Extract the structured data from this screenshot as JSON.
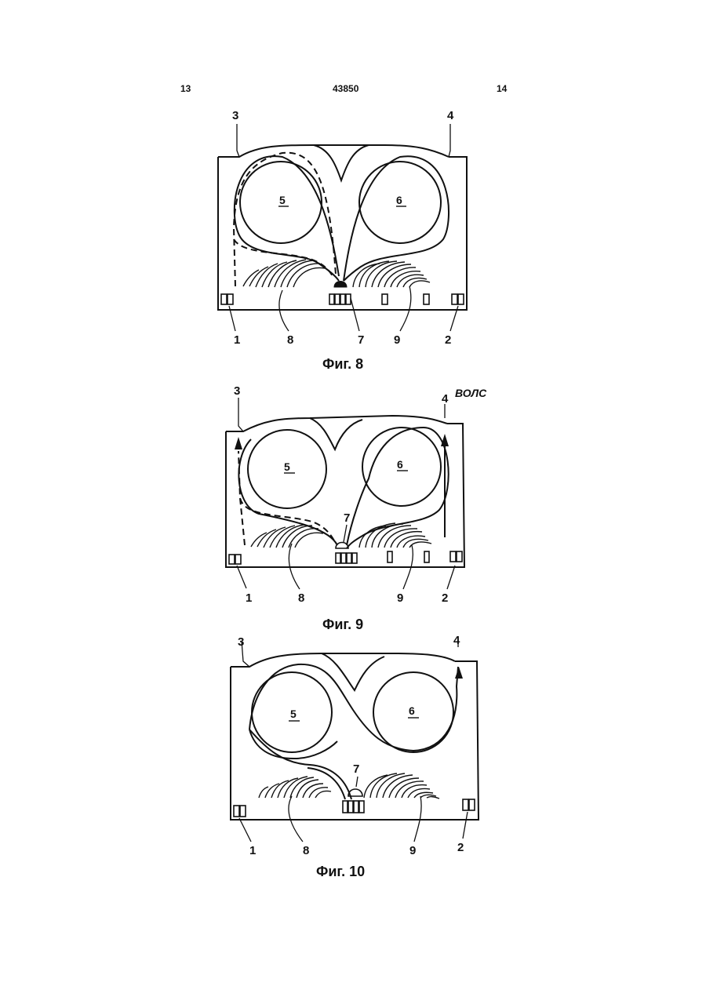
{
  "header": {
    "page_left": "13",
    "patent_number": "43850",
    "page_right": "14"
  },
  "figures": [
    {
      "caption": "Фиг. 8",
      "labels": {
        "l1": "1",
        "l2": "2",
        "l3": "3",
        "l4": "4",
        "l5": "5",
        "l6": "6",
        "l7": "7",
        "l8": "8",
        "l9": "9"
      }
    },
    {
      "caption": "Фиг. 9",
      "extra_label": "ВОЛС",
      "labels": {
        "l1": "1",
        "l2": "2",
        "l3": "3",
        "l4": "4",
        "l5": "5",
        "l6": "6",
        "l7": "7",
        "l8": "8",
        "l9": "9"
      }
    },
    {
      "caption": "Фиг. 10",
      "labels": {
        "l1": "1",
        "l2": "2",
        "l3": "3",
        "l4": "4",
        "l5": "5",
        "l6": "6",
        "l7": "7",
        "l8": "8",
        "l9": "9"
      }
    }
  ]
}
